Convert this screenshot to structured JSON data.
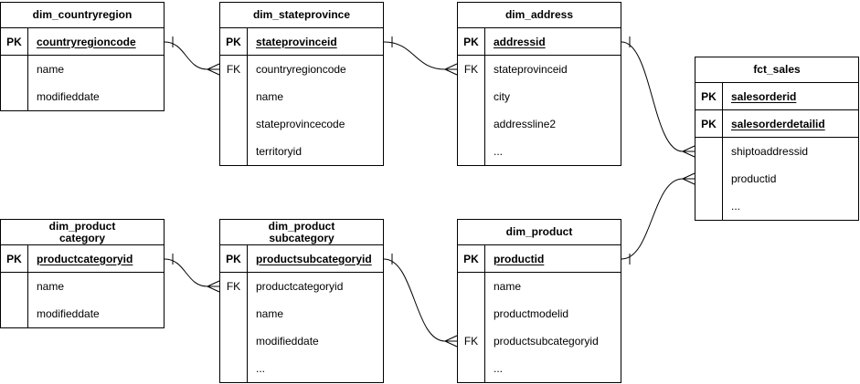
{
  "diagram": {
    "type": "entity-relationship",
    "notation": "crow-foot",
    "background_color": "#ffffff",
    "line_color": "#000000",
    "text_color": "#000000"
  },
  "tables": [
    {
      "id": "dim_countryregion",
      "title": "dim_countryregion",
      "rows": [
        {
          "key": "PK",
          "label": "countryregioncode",
          "is_pk": true
        },
        {
          "key": "",
          "label": "name",
          "is_pk": false
        },
        {
          "key": "",
          "label": "modifieddate",
          "is_pk": false
        }
      ]
    },
    {
      "id": "dim_stateprovince",
      "title": "dim_stateprovince",
      "rows": [
        {
          "key": "PK",
          "label": "stateprovinceid",
          "is_pk": true
        },
        {
          "key": "FK",
          "label": "countryregioncode",
          "is_pk": false
        },
        {
          "key": "",
          "label": "name",
          "is_pk": false
        },
        {
          "key": "",
          "label": "stateprovincecode",
          "is_pk": false
        },
        {
          "key": "",
          "label": "territoryid",
          "is_pk": false
        }
      ]
    },
    {
      "id": "dim_address",
      "title": "dim_address",
      "rows": [
        {
          "key": "PK",
          "label": "addressid",
          "is_pk": true
        },
        {
          "key": "FK",
          "label": "stateprovinceid",
          "is_pk": false
        },
        {
          "key": "",
          "label": "city",
          "is_pk": false
        },
        {
          "key": "",
          "label": "addressline2",
          "is_pk": false
        },
        {
          "key": "",
          "label": "...",
          "is_pk": false
        }
      ]
    },
    {
      "id": "fct_sales",
      "title": "fct_sales",
      "rows": [
        {
          "key": "PK",
          "label": "salesorderid",
          "is_pk": true
        },
        {
          "key": "PK",
          "label": "salesorderdetailid",
          "is_pk": true
        },
        {
          "key": "",
          "label": "shiptoaddressid",
          "is_pk": false
        },
        {
          "key": "",
          "label": "productid",
          "is_pk": false
        },
        {
          "key": "",
          "label": "...",
          "is_pk": false
        }
      ]
    },
    {
      "id": "dim_productcategory",
      "title": "dim_product\ncategory",
      "rows": [
        {
          "key": "PK",
          "label": "productcategoryid",
          "is_pk": true
        },
        {
          "key": "",
          "label": "name",
          "is_pk": false
        },
        {
          "key": "",
          "label": "modifieddate",
          "is_pk": false
        }
      ]
    },
    {
      "id": "dim_productsubcategory",
      "title": "dim_product\nsubcategory",
      "rows": [
        {
          "key": "PK",
          "label": "productsubcategoryid",
          "is_pk": true
        },
        {
          "key": "FK",
          "label": "productcategoryid",
          "is_pk": false
        },
        {
          "key": "",
          "label": "name",
          "is_pk": false
        },
        {
          "key": "",
          "label": "modifieddate",
          "is_pk": false
        },
        {
          "key": "",
          "label": "...",
          "is_pk": false
        }
      ]
    },
    {
      "id": "dim_product",
      "title": "dim_product",
      "rows": [
        {
          "key": "PK",
          "label": "productid",
          "is_pk": true
        },
        {
          "key": "",
          "label": "name",
          "is_pk": false
        },
        {
          "key": "",
          "label": "productmodelid",
          "is_pk": false
        },
        {
          "key": "FK",
          "label": "productsubcategoryid",
          "is_pk": false
        },
        {
          "key": "",
          "label": "...",
          "is_pk": false
        }
      ]
    }
  ],
  "relationships": [
    {
      "from_table": "dim_countryregion",
      "from_field": "countryregioncode",
      "to_table": "dim_stateprovince",
      "to_field": "countryregioncode",
      "cardinality": "one-to-many"
    },
    {
      "from_table": "dim_stateprovince",
      "from_field": "stateprovinceid",
      "to_table": "dim_address",
      "to_field": "stateprovinceid",
      "cardinality": "one-to-many"
    },
    {
      "from_table": "dim_address",
      "from_field": "addressid",
      "to_table": "fct_sales",
      "to_field": "shiptoaddressid",
      "cardinality": "one-to-many"
    },
    {
      "from_table": "dim_product",
      "from_field": "productid",
      "to_table": "fct_sales",
      "to_field": "productid",
      "cardinality": "one-to-many"
    },
    {
      "from_table": "dim_productcategory",
      "from_field": "productcategoryid",
      "to_table": "dim_productsubcategory",
      "to_field": "productcategoryid",
      "cardinality": "one-to-many"
    },
    {
      "from_table": "dim_productsubcategory",
      "from_field": "productsubcategoryid",
      "to_table": "dim_product",
      "to_field": "productsubcategoryid",
      "cardinality": "one-to-many"
    }
  ]
}
